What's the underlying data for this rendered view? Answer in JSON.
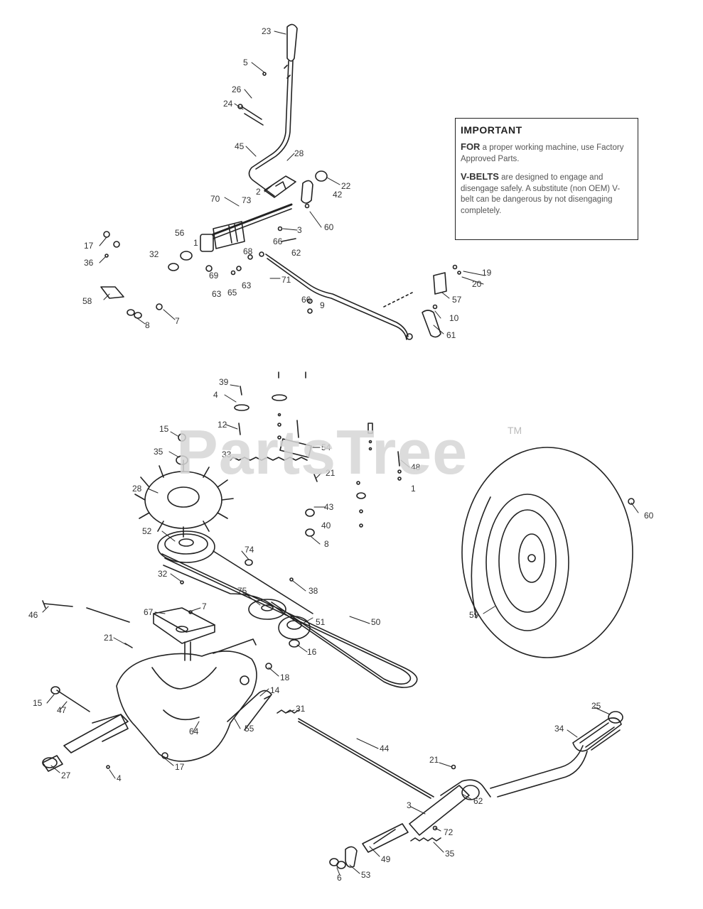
{
  "notice": {
    "title": "IMPORTANT",
    "paragraphs": [
      {
        "lead": "FOR",
        "text": "a proper working machine, use Factory Approved Parts."
      },
      {
        "lead": "V-BELTS",
        "text": "are designed to engage and disengage safely. A substitute (non OEM) V-belt can be dangerous by not disengaging completely."
      }
    ]
  },
  "watermark": {
    "text": "PartsTree",
    "tm": "TM"
  },
  "callouts": [
    "23",
    "5",
    "26",
    "24",
    "45",
    "28",
    "22",
    "42",
    "70",
    "73",
    "2",
    "56",
    "1",
    "3",
    "17",
    "32",
    "36",
    "66",
    "68",
    "62",
    "60",
    "69",
    "63",
    "65",
    "63",
    "71",
    "58",
    "7",
    "8",
    "66",
    "9",
    "19",
    "20",
    "57",
    "10",
    "61",
    "39",
    "4",
    "15",
    "12",
    "35",
    "33",
    "54",
    "21",
    "48",
    "1",
    "28",
    "43",
    "40",
    "8",
    "52",
    "74",
    "32",
    "38",
    "75",
    "50",
    "51",
    "16",
    "60",
    "59",
    "46",
    "67",
    "7",
    "21",
    "18",
    "14",
    "15",
    "47",
    "64",
    "55",
    "31",
    "44",
    "21",
    "25",
    "34",
    "17",
    "27",
    "4",
    "62",
    "3",
    "72",
    "49",
    "35",
    "6",
    "53"
  ]
}
